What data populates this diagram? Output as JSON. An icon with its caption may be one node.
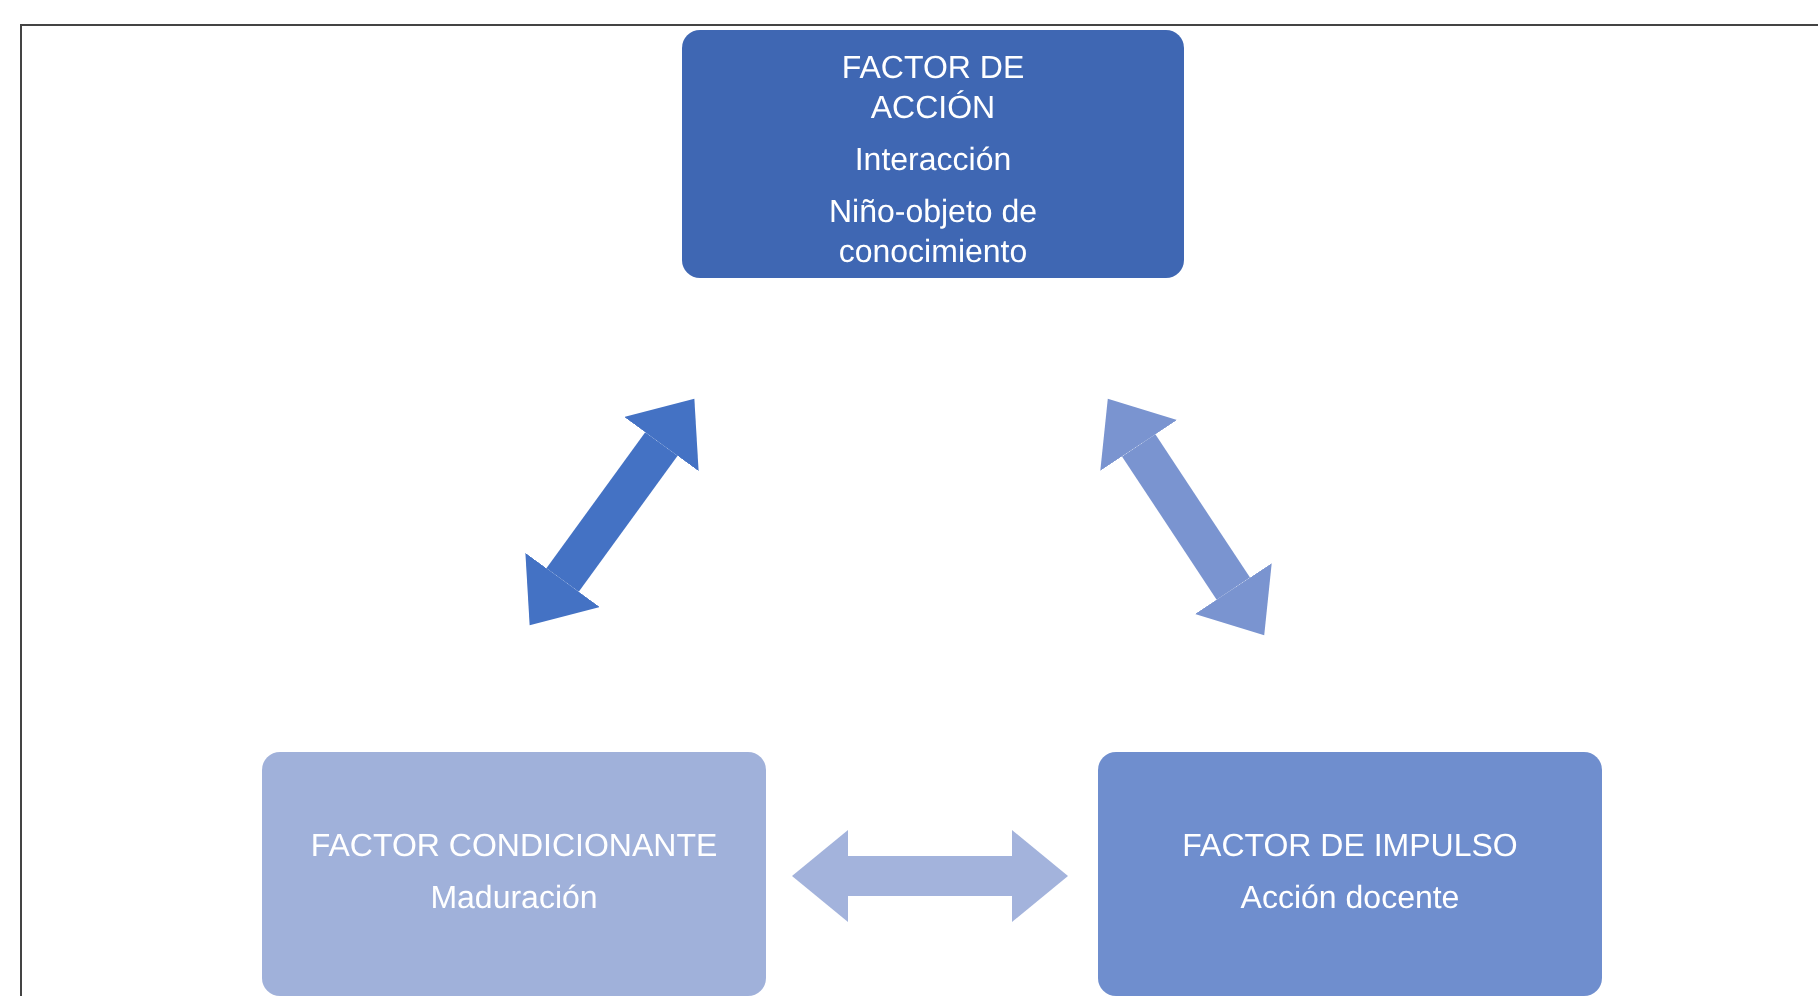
{
  "diagram": {
    "nodes": [
      {
        "text": [
          "FACTOR DE ACCIÓN",
          "Interacción",
          "Niño-objeto de conocimiento"
        ]
      },
      {
        "text": [
          "FACTOR CONDICIONANTE",
          "Maduración"
        ]
      },
      {
        "text": [
          "FACTOR DE IMPULSO",
          "Acción docente"
        ]
      }
    ],
    "edges": [
      {
        "from": 0,
        "to": 1,
        "arrow": "both",
        "color": "#4472c4"
      },
      {
        "from": 0,
        "to": 2,
        "arrow": "both",
        "color": "#7a94d0"
      },
      {
        "from": 1,
        "to": 2,
        "arrow": "both",
        "color": "#a3b3dc"
      }
    ]
  }
}
